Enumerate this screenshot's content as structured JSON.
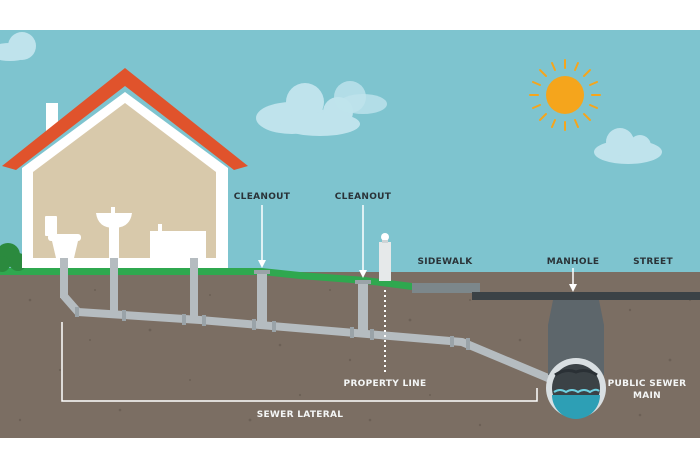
{
  "labels": {
    "cleanout_1": "CLEANOUT",
    "cleanout_2": "CLEANOUT",
    "sidewalk": "SIDEWALK",
    "manhole": "MANHOLE",
    "street": "STREET",
    "property_line": "PROPERTY LINE",
    "sewer_main_line1": "PUBLIC SEWER",
    "sewer_main_line2": "MAIN",
    "sewer_lateral": "SEWER LATERAL"
  },
  "colors": {
    "sky": "#7ec4cf",
    "soil": "#7b6e63",
    "grass": "#2fa84f",
    "roof": "#e0532c",
    "house_wall": "#d8c9ab",
    "pipe": "#b5bcc0",
    "sun": "#f5a51c",
    "water": "#2d9fb5"
  }
}
